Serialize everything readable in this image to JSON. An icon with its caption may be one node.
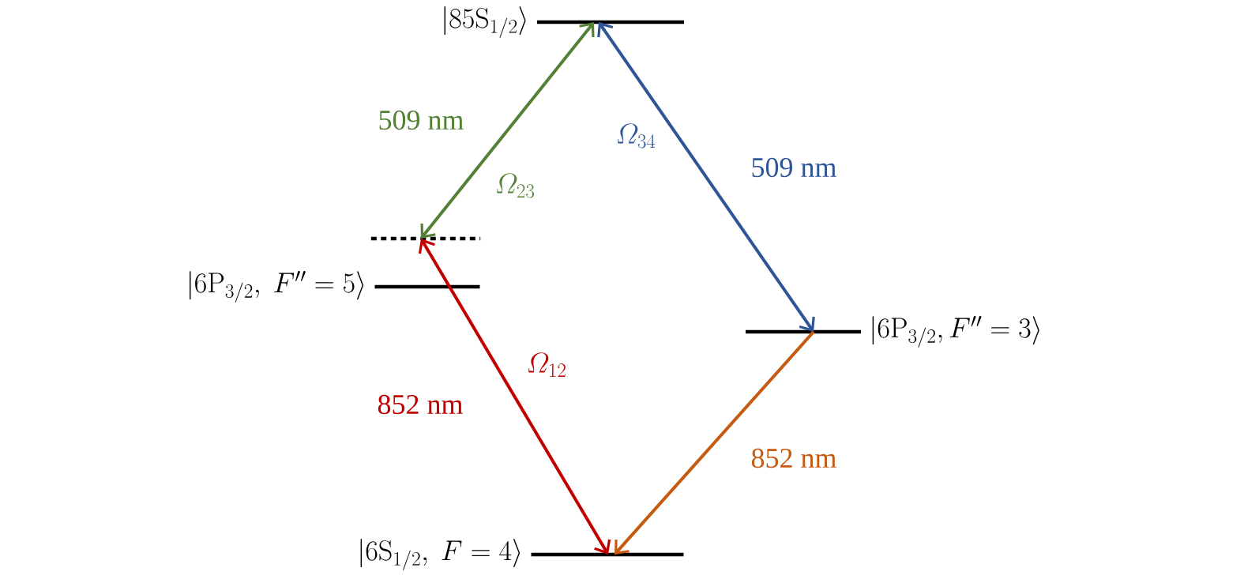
{
  "diagram": {
    "nodes": [
      {
        "text": [
          "|85\\mathrm{S}_{1/2}\\rangle"
        ]
      },
      {
        "text": [],
        "shape": "bar"
      },
      {
        "text": [
          "|6\\mathrm{P}_{3/2},\\ F''=5\\rangle"
        ]
      },
      {
        "text": [
          "|6\\mathrm{P}_{3/2},F''=3\\rangle"
        ]
      },
      {
        "text": [
          "|6\\mathrm{S}_{1/2},\\ F=4\\rangle"
        ]
      }
    ],
    "edges": [
      {
        "from": 1,
        "to": 0,
        "arrow": "both",
        "label": "509 nm",
        "color": "#538135"
      },
      {
        "from": 0,
        "to": 3,
        "arrow": "both",
        "label": "509 nm",
        "color": "#2f5597"
      },
      {
        "from": 1,
        "to": 4,
        "arrow": "both",
        "label": "852 nm",
        "color": "#c00000"
      },
      {
        "from": 3,
        "to": 4,
        "arrow": "to",
        "label": "852 nm",
        "color": "#c55a11"
      }
    ],
    "labels": [
      "\\mathnormal{\\Omega}_{34}",
      "\\mathnormal{\\Omega}_{23}",
      "\\mathnormal{\\Omega}_{12}"
    ]
  }
}
